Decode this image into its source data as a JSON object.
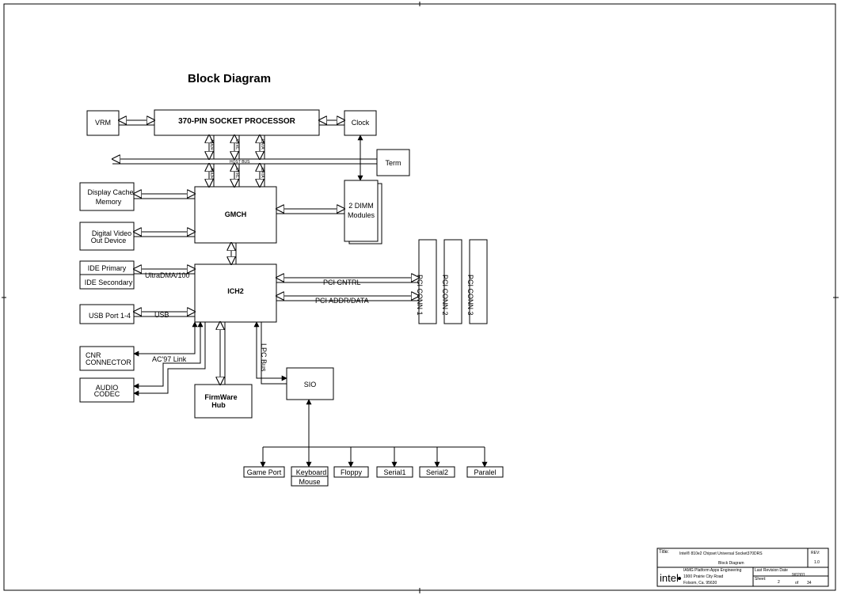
{
  "title": "Block Diagram",
  "blocks": {
    "vrm": "VRM",
    "cpu": "370-PIN SOCKET PROCESSOR",
    "clock": "Clock",
    "term": "Term",
    "display_cache": [
      "Display Cache",
      "Memory"
    ],
    "gmch": "GMCH",
    "dimm": [
      "2 DIMM",
      "Modules"
    ],
    "digital_video": [
      "Digital Video",
      "Out Device"
    ],
    "ide_primary": "IDE Primary",
    "ide_secondary": "IDE Secondary",
    "ich2": "ICH2",
    "usb_port": "USB Port 1-4",
    "cnr": [
      "CNR",
      "CONNECTOR"
    ],
    "audio": [
      "AUDIO",
      "CODEC"
    ],
    "firmware": [
      "FirmWare",
      "Hub"
    ],
    "sio": "SIO",
    "pci_conn": [
      "PCI CONN 1",
      "PCI CONN 2",
      "PCI CONN 3"
    ],
    "peripherals": [
      "Game Port",
      "Keyboard",
      "Mouse",
      "Floppy",
      "Serial1",
      "Serial2",
      "Paralel"
    ]
  },
  "bus_labels": {
    "addr": "ADDR",
    "ctrl": "CTRL",
    "data": "DATA",
    "host_bus": "HOST BUS",
    "ultradma": "UltraDMA/100",
    "usb": "USB",
    "ac97": "AC'97 Link",
    "lpc": "LPC Bus",
    "pci_cntrl": "PCI CNTRL",
    "pci_addr_data": "PCI ADDR/DATA"
  },
  "title_block": {
    "title_label": "Title:",
    "title": "Intel® 810e2 Chipset Universal Socket370DRS",
    "subtitle": "Block Diagram",
    "rev_label": "REV:",
    "rev": "1.0",
    "org": [
      "IAMG Platform Apps Engineering",
      "1900 Prairie City Road",
      "Folsom, Ca. 95630"
    ],
    "last_rev_label": "Last Revision Date",
    "last_rev": "9/02/01",
    "sheet_label": "Sheet:",
    "sheet": "2",
    "of_label": "of",
    "of": "34",
    "logo": "intel"
  }
}
